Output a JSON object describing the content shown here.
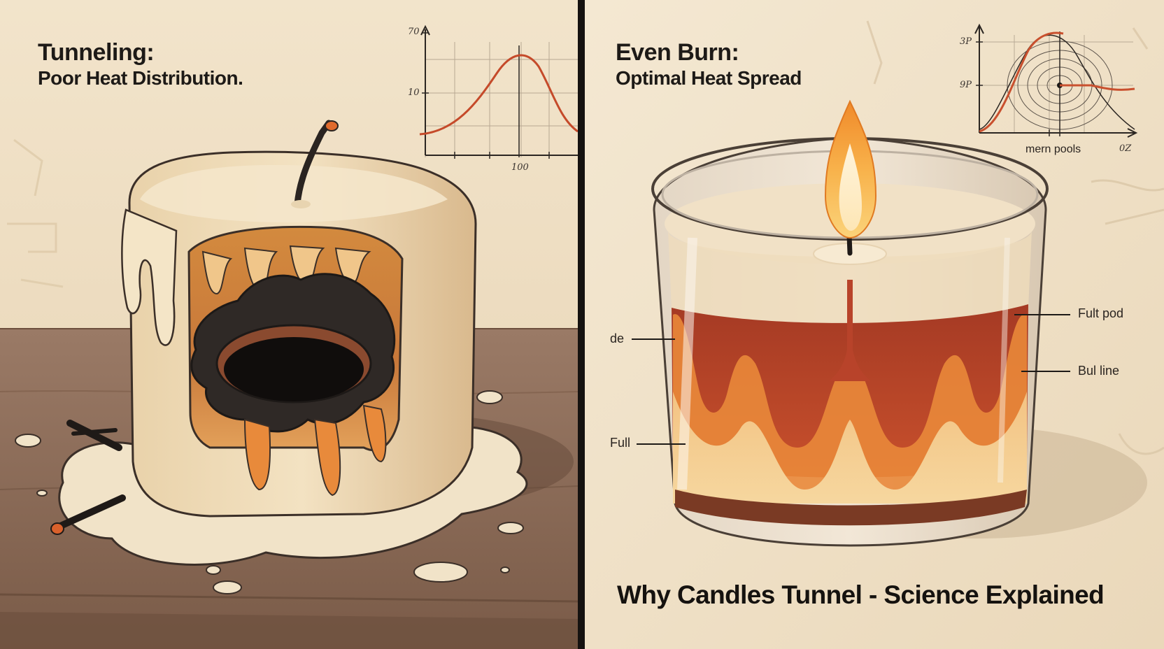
{
  "left_panel": {
    "heading": "Tunneling:",
    "subheading": "Poor Heat Distribution.",
    "chart_ticks": {
      "y_top": "70",
      "y_mid": "10",
      "x_mid": "100"
    }
  },
  "right_panel": {
    "heading": "Even Burn:",
    "subheading": "Optimal Heat Spread",
    "chart_ticks": {
      "y_top": "3P",
      "y_mid": "9P",
      "x_right": "0Z"
    },
    "chart_xlabel": "mern pools",
    "callouts": {
      "left_top": "de",
      "left_bottom": "Full",
      "right_top": "Fult pod",
      "right_bottom": "Bul line"
    }
  },
  "footer_title": "Why Candles Tunnel - Science Explained",
  "colors": {
    "paper": "#efe1c8",
    "wax": "#f1dfbd",
    "table": "#8a6a57",
    "flame": "#f5a53a",
    "melt_orange": "#e98a3c",
    "melt_red": "#b6482c",
    "char": "#2b2523",
    "divider": "#151210"
  }
}
